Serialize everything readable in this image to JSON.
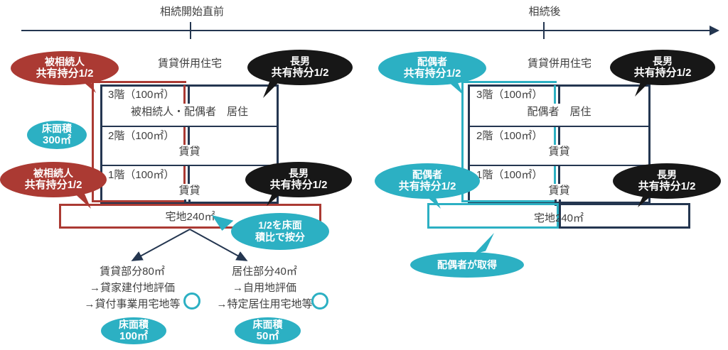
{
  "colors": {
    "red": "#ab3a33",
    "teal": "#2cb0c3",
    "navy": "#243650",
    "black_bubble": "#171717",
    "text": "#3f3f3f"
  },
  "timeline": {
    "before": "相続開始直前",
    "after": "相続後"
  },
  "left": {
    "building_title": "賃貸併用住宅",
    "floors": [
      {
        "name": "3階（100㎡）",
        "desc": "被相続人・配偶者　居住"
      },
      {
        "name": "2階（100㎡）",
        "desc": "賃貸"
      },
      {
        "name": "1階（100㎡）",
        "desc": "賃貸"
      }
    ],
    "land": "宅地240㎡",
    "bubble_owner_top": {
      "l1": "被相続人",
      "l2": "共有持分1/2"
    },
    "bubble_son_top": {
      "l1": "長男",
      "l2": "共有持分1/2"
    },
    "floor_area_total": {
      "l1": "床面積",
      "l2": "300㎡"
    },
    "bubble_owner_land": {
      "l1": "被相続人",
      "l2": "共有持分1/2"
    },
    "bubble_son_land": {
      "l1": "長男",
      "l2": "共有持分1/2"
    },
    "bubble_split": {
      "l1": "1/2を床面",
      "l2": "積比で按分"
    },
    "rental": {
      "title": "賃貸部分80㎡",
      "line2": "→貸家建付地評価",
      "line3": "→貸付事業用宅地等"
    },
    "residential": {
      "title": "居住部分40㎡",
      "line2": "→自用地評価",
      "line3": "→特定居住用宅地等"
    },
    "rental_area": {
      "l1": "床面積",
      "l2": "100㎡"
    },
    "residential_area": {
      "l1": "床面積",
      "l2": "50㎡"
    }
  },
  "right": {
    "building_title": "賃貸併用住宅",
    "floors": [
      {
        "name": "3階（100㎡）",
        "desc": "配偶者　居住"
      },
      {
        "name": "2階（100㎡）",
        "desc": "賃貸"
      },
      {
        "name": "1階（100㎡）",
        "desc": "賃貸"
      }
    ],
    "land": "宅地240㎡",
    "bubble_spouse_top": {
      "l1": "配偶者",
      "l2": "共有持分1/2"
    },
    "bubble_son_top": {
      "l1": "長男",
      "l2": "共有持分1/2"
    },
    "bubble_spouse_land": {
      "l1": "配偶者",
      "l2": "共有持分1/2"
    },
    "bubble_son_land": {
      "l1": "長男",
      "l2": "共有持分1/2"
    },
    "bubble_acquire": {
      "l1": "配偶者が取得"
    }
  }
}
